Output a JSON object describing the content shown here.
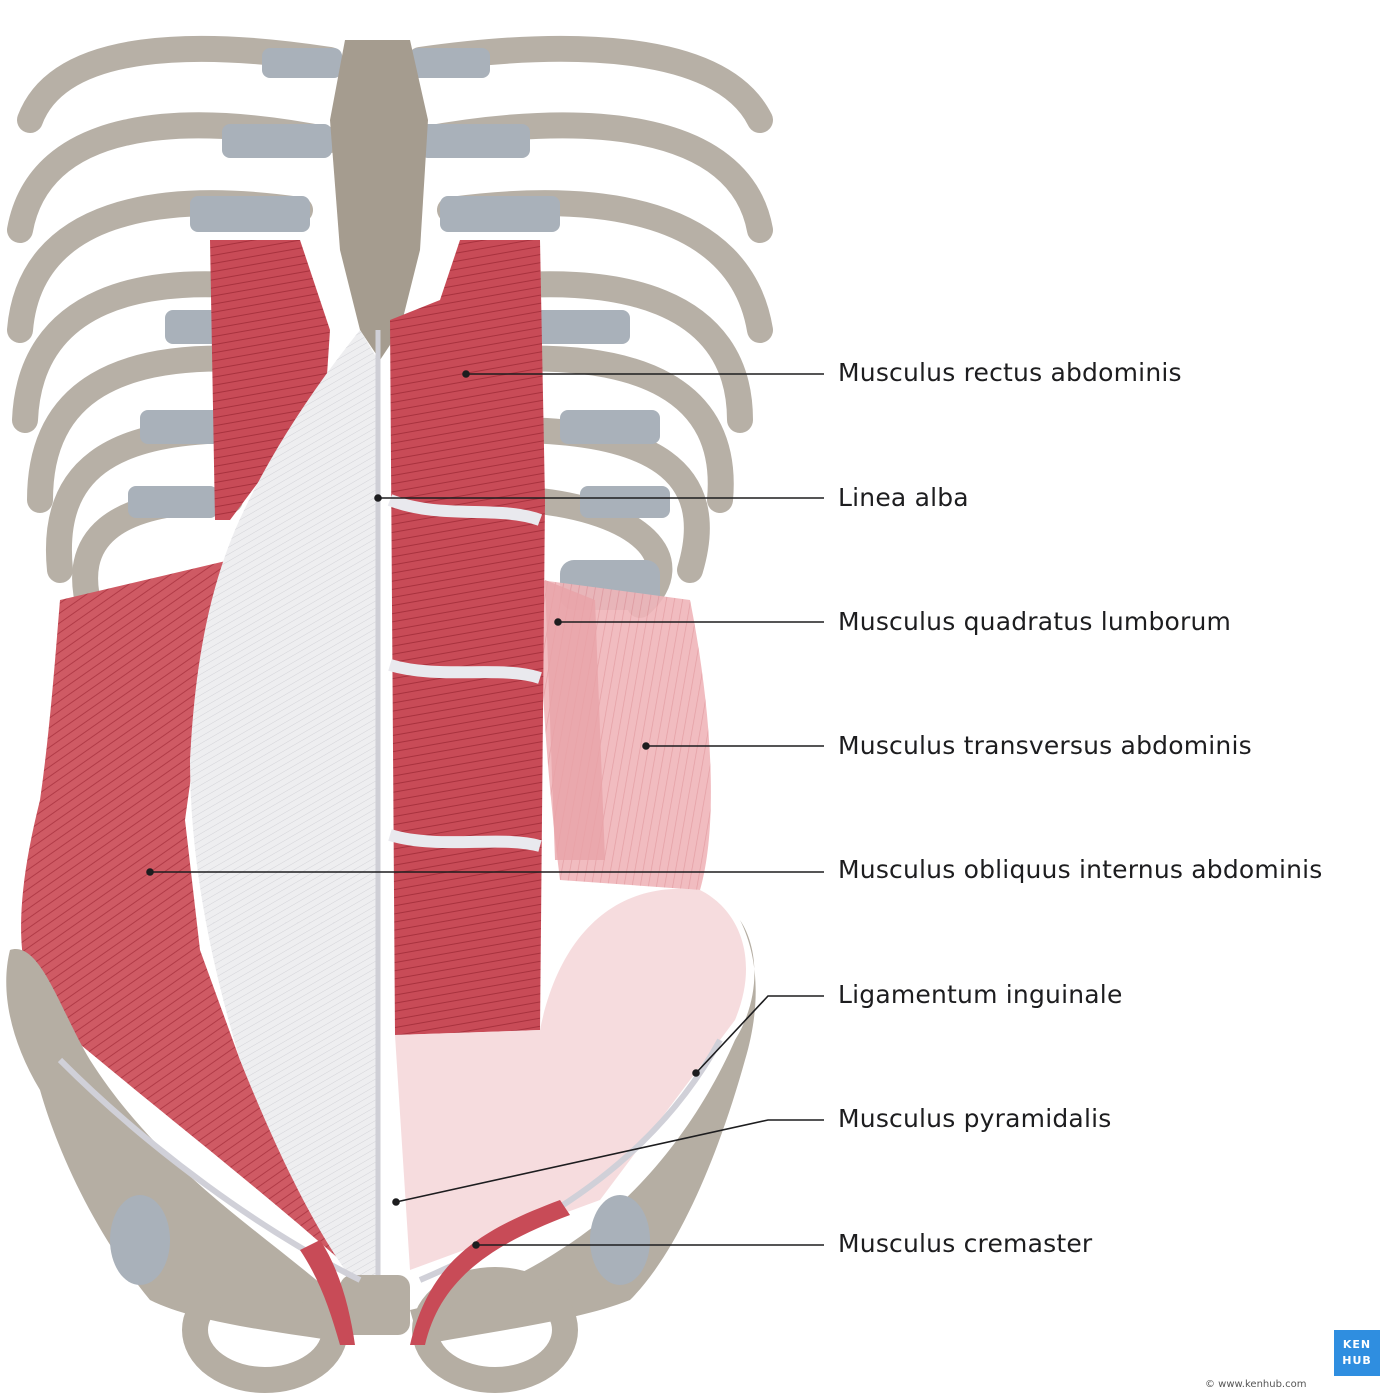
{
  "labels": {
    "rectus": "Musculus rectus abdominis",
    "linea": "Linea alba",
    "quadratus": "Musculus quadratus lumborum",
    "transversus": "Musculus transversus abdominis",
    "obliquus": "Musculus obliquus internus abdominis",
    "ligamentum": "Ligamentum inguinale",
    "pyramidalis": "Musculus pyramidalis",
    "cremaster": "Musculus cremaster"
  },
  "branding": {
    "logo_line1": "KEN",
    "logo_line2": "HUB",
    "copyright": "© www.kenhub.com",
    "watermark": "© www.kenhub.com"
  },
  "colors": {
    "muscle": "#c94a55",
    "muscle_light": "#e49aa0",
    "aponeurosis": "#ececee",
    "bone": "#b9b3aa",
    "cartilage": "#a9b1ba",
    "leader": "#1d1d1f",
    "logo": "#2f8ee0"
  }
}
